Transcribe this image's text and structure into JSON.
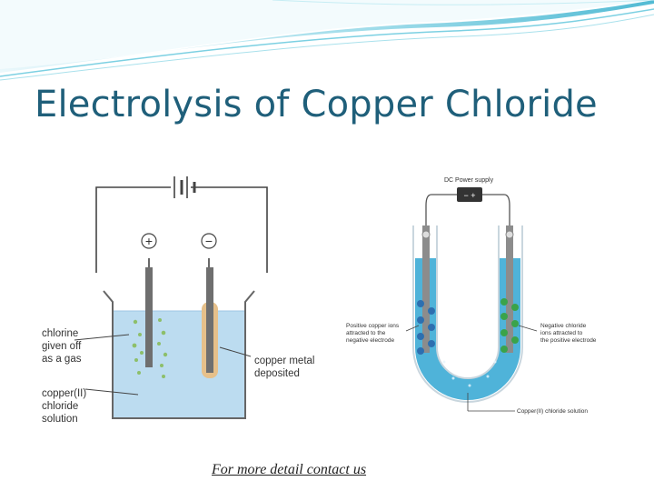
{
  "slide": {
    "title": "Electrolysis of Copper Chloride",
    "footer_link": "For more detail contact us "
  },
  "figure_left": {
    "anode_sign": "+",
    "cathode_sign": "−",
    "label_chlorine": [
      "chlorine",
      "given off",
      "as a gas"
    ],
    "label_copper_metal": [
      "copper metal",
      "deposited"
    ],
    "label_solution": [
      "copper(II)",
      "chloride",
      "solution"
    ]
  },
  "figure_right": {
    "power_label": "DC Power supply",
    "power_terminals": "− +",
    "label_positive_ions": [
      "Positive copper ions",
      "attracted to the",
      "negative electrode"
    ],
    "label_negative_ions": [
      "Negative chloride",
      "ions attracted to",
      "the positive electrode"
    ],
    "label_solution": "Copper(II) chloride solution"
  },
  "colors": {
    "title": "#1f5f7a",
    "wave": "#5bc4d8",
    "solution": "#bcdcf0",
    "u_tube_solution": "#4fb3d9",
    "copper_deposit": "#e6c08a",
    "chlorine_bubbles": "#8dbf6a",
    "negative_ion": "#3aa34a",
    "positive_ion": "#2d6fb0"
  }
}
